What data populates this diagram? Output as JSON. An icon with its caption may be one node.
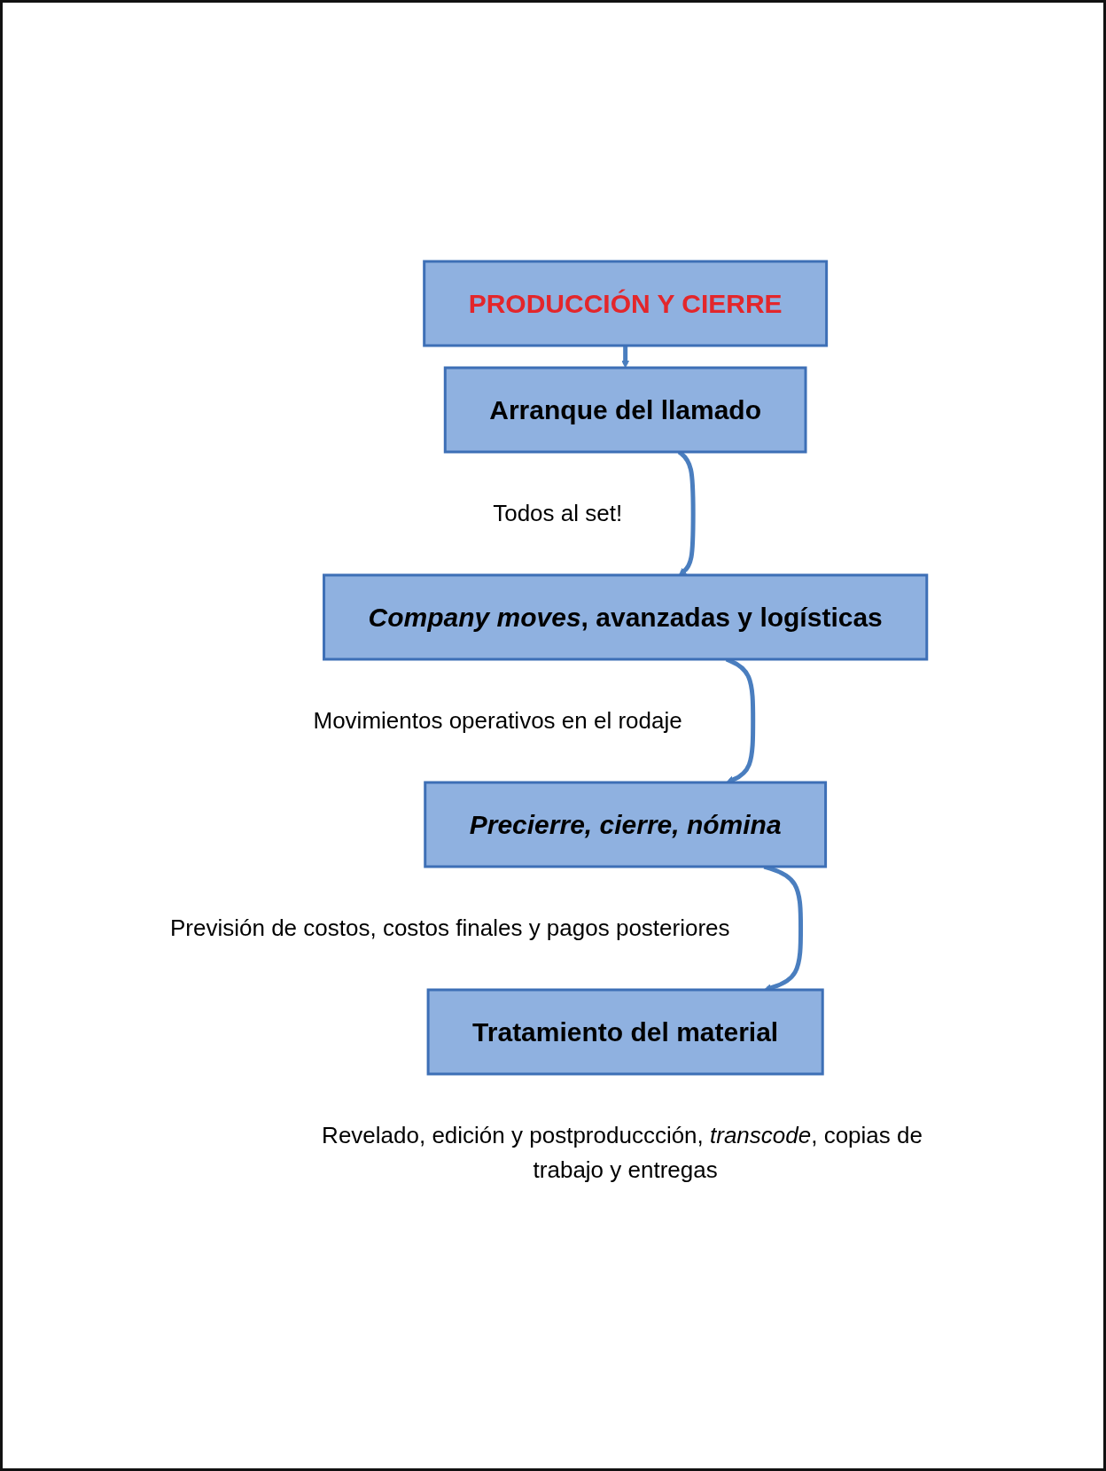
{
  "diagram": {
    "nodes": [
      {
        "text": [
          "PRODUCCIÓN Y CIERRE"
        ]
      },
      {
        "text": [
          "Arranque del llamado"
        ],
        "beside": [
          "Todos al set!"
        ]
      },
      {
        "text": [
          "*Company moves*, avanzadas y logísticas"
        ],
        "beside": [
          "Movimientos operativos en el rodaje"
        ]
      },
      {
        "text": [
          "Precierre, cierre, nómina"
        ],
        "beside": [
          "Previsión de costos, costos finales y pagos posteriores"
        ]
      },
      {
        "text": [
          "Tratamiento del material"
        ],
        "beside": [
          "Revelado, edición y postproduccción, *transcode*, copias de trabajo y entregas"
        ]
      }
    ],
    "edges": [
      {
        "from": 0,
        "to": 1,
        "arrow": "to"
      },
      {
        "from": 1,
        "to": 2,
        "arrow": "to"
      },
      {
        "from": 2,
        "to": 3,
        "arrow": "to"
      },
      {
        "from": 3,
        "to": 4,
        "arrow": "to"
      }
    ]
  }
}
